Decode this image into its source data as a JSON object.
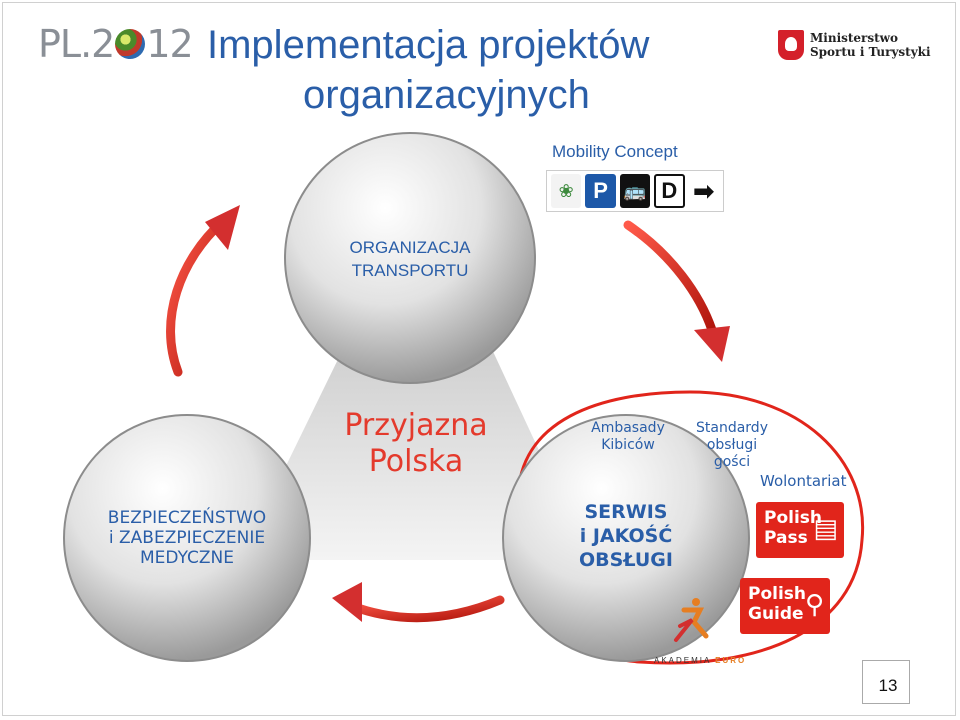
{
  "header": {
    "logo_text_left": "PL.2",
    "logo_text_right": "12",
    "title_line1": "Implementacja projektów",
    "title_line2": "organizacyjnych",
    "ministry_line1": "Ministerstwo",
    "ministry_line2": "Sportu i Turystyki"
  },
  "mobility": {
    "label": "Mobility Concept",
    "icons": [
      "euro-logo-icon",
      "parking-icon",
      "bus-icon",
      "dropoff-icon",
      "arrow-right-icon"
    ],
    "p_label": "P",
    "bus_label": "🚌",
    "d_label": "D",
    "arrow_label": "➡"
  },
  "circles": {
    "organizacja_line1": "ORGANIZACJA",
    "organizacja_line2": "TRANSPORTU",
    "bezpieczenstwo_line1": "BEZPIECZEŃSTWO",
    "bezpieczenstwo_line2": "i ZABEZPIECZENIE",
    "bezpieczenstwo_line3": "MEDYCZNE",
    "serwis_line1": "SERWIS",
    "serwis_line2": "i JAKOŚĆ",
    "serwis_line3": "OBSŁUGI"
  },
  "triangle": {
    "line1": "Przyjazna",
    "line2": "Polska"
  },
  "side_labels": {
    "ambasady_line1": "Ambasady",
    "ambasady_line2": "Kibiców",
    "standardy_line1": "Standardy",
    "standardy_line2": "obsługi",
    "standardy_line3": "gości",
    "wolontariat": "Wolontariat"
  },
  "badges": {
    "pass_line1": "Polish",
    "pass_line2": "Pass",
    "guide_line1": "Polish",
    "guide_line2": "Guide",
    "akademia": "AKADEMIA",
    "akademia_euro": "EURO"
  },
  "footer": {
    "page_number": "13"
  },
  "colors": {
    "title_blue": "#2a5ea8",
    "accent_red": "#e1251b",
    "circle_gray": "#d9d9d9"
  }
}
